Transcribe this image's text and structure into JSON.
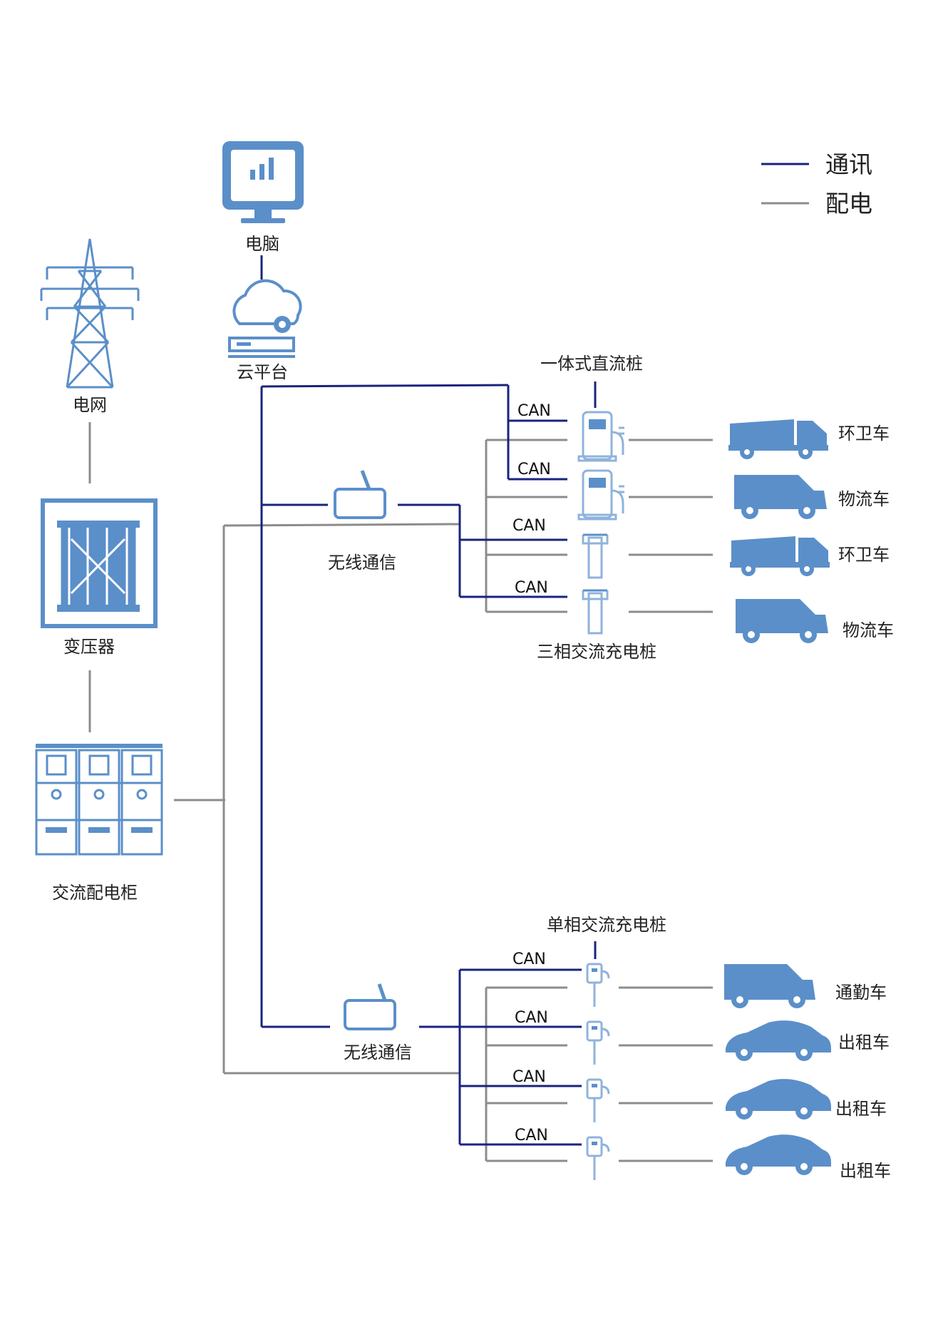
{
  "legend": {
    "communication": "通讯",
    "power": "配电"
  },
  "labels": {
    "grid": "电网",
    "transformer": "变压器",
    "ac_cabinet": "交流配电柜",
    "computer": "电脑",
    "cloud": "云平台",
    "wireless_top": "无线通信",
    "wireless_bottom": "无线通信",
    "dc_pile_group": "一体式直流桩",
    "three_phase_group": "三相交流充电桩",
    "single_phase_group": "单相交流充电桩"
  },
  "can_label": "CAN",
  "vehicles_top": [
    {
      "label": "环卫车",
      "icon": "sanitation-truck-icon"
    },
    {
      "label": "物流车",
      "icon": "logistics-van-icon"
    },
    {
      "label": "环卫车",
      "icon": "sanitation-truck-icon"
    },
    {
      "label": "物流车",
      "icon": "logistics-van-icon"
    }
  ],
  "vehicles_bottom": [
    {
      "label": "通勤车",
      "icon": "commuter-van-icon"
    },
    {
      "label": "出租车",
      "icon": "taxi-car-icon"
    },
    {
      "label": "出租车",
      "icon": "taxi-car-icon"
    },
    {
      "label": "出租车",
      "icon": "taxi-car-icon"
    }
  ],
  "colors": {
    "communication_line": "#1a237e",
    "power_line": "#8c8c8c",
    "icon": "#5b8fc9"
  }
}
